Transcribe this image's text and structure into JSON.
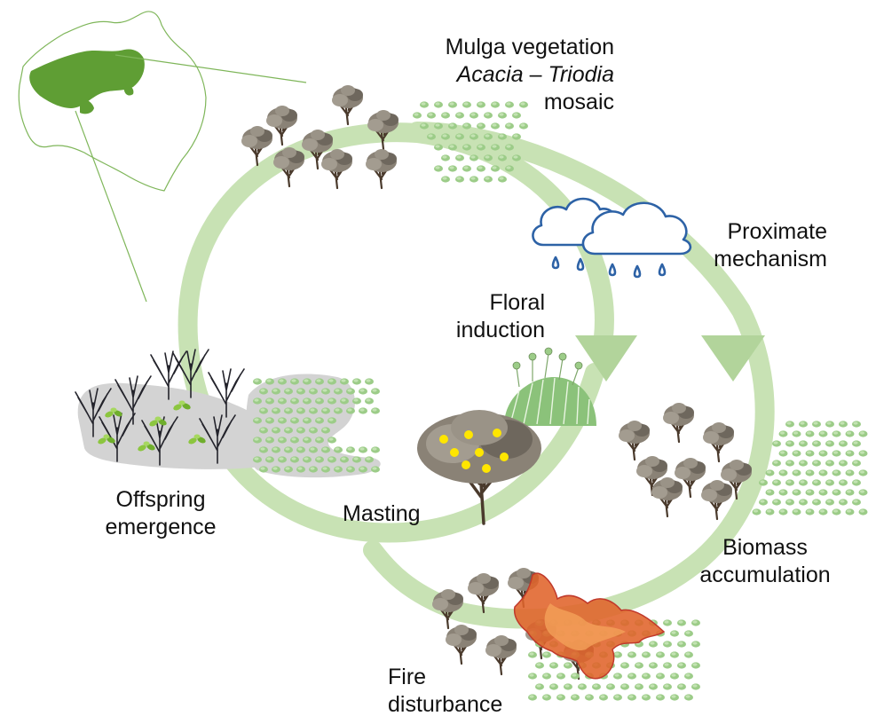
{
  "labels": {
    "mulga": {
      "line1": "Mulga vegetation",
      "line2_italic_a": "Acacia",
      "line2_sep": " – ",
      "line2_italic_b": "Triodia",
      "line3": "mosaic"
    },
    "proximate": {
      "line1": "Proximate",
      "line2": "mechanism"
    },
    "floral": {
      "line1": "Floral",
      "line2": "induction"
    },
    "masting": {
      "line1": "Masting"
    },
    "offspring": {
      "line1": "Offspring",
      "line2": "emergence"
    },
    "biomass": {
      "line1": "Biomass",
      "line2": "accumulation"
    },
    "fire": {
      "line1": "Fire",
      "line2": "disturbance"
    }
  },
  "colors": {
    "cycle_arrow": "#c8e2b4",
    "cycle_arrow_dark": "#b2d49b",
    "map_fill": "#5f9e34",
    "map_outline": "#7fb65a",
    "cloud_stroke": "#2d62a6",
    "tree_trunk": "#4a3a2c",
    "tree_canopy": "#8a8276",
    "grass": "#9ccc88",
    "seed": "#ffe600",
    "fire": "#e0632a",
    "fire_edge": "#c0392b",
    "ground_shadow": "#d3d3d3",
    "seedling": "#8cc63f"
  },
  "icons": [
    "australia-map-icon",
    "rain-cloud-icon",
    "tree-icon",
    "hummock-grass-icon",
    "fire-icon",
    "seedling-icon"
  ]
}
